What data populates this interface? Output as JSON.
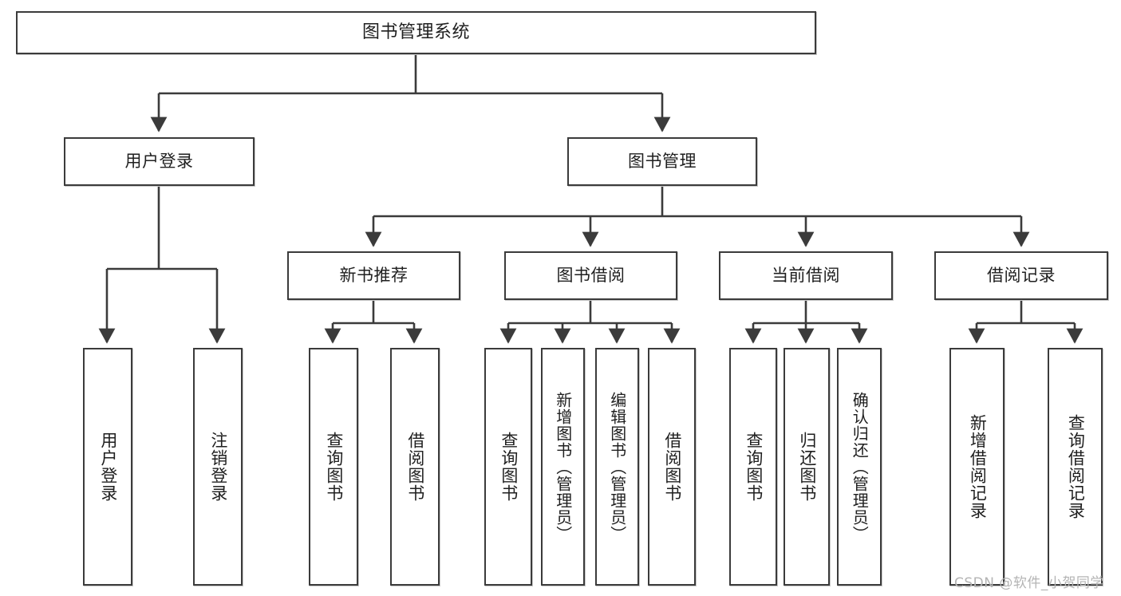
{
  "diagram": {
    "title": "图书管理系统",
    "type": "tree-hierarchy-diagram",
    "watermark": "CSDN @软件_小贺同学",
    "colors": {
      "box_border": "#3b3b3b",
      "box_fill": "#ffffff",
      "edge": "#3b3b3b",
      "text": "#1f1f1f",
      "watermark": "#b4b4b4",
      "background": "#ffffff"
    },
    "nodes": {
      "root": {
        "label": "图书管理系统"
      },
      "level2": [
        {
          "label": "用户登录"
        },
        {
          "label": "图书管理"
        }
      ],
      "level3": [
        {
          "label": "新书推荐"
        },
        {
          "label": "图书借阅"
        },
        {
          "label": "当前借阅"
        },
        {
          "label": "借阅记录"
        }
      ],
      "leaves_user_login": [
        {
          "label": "用户登录"
        },
        {
          "label": "注销登录"
        }
      ],
      "leaves_new_book": [
        {
          "label": "查询图书"
        },
        {
          "label": "借阅图书"
        }
      ],
      "leaves_borrow": [
        {
          "label": "查询图书"
        },
        {
          "label": "新增图书（管理员）"
        },
        {
          "label": "编辑图书（管理员）"
        },
        {
          "label": "借阅图书"
        }
      ],
      "leaves_current": [
        {
          "label": "查询图书"
        },
        {
          "label": "归还图书"
        },
        {
          "label": "确认归还（管理员）"
        }
      ],
      "leaves_records": [
        {
          "label": "新增借阅记录"
        },
        {
          "label": "查询借阅记录"
        }
      ]
    }
  }
}
